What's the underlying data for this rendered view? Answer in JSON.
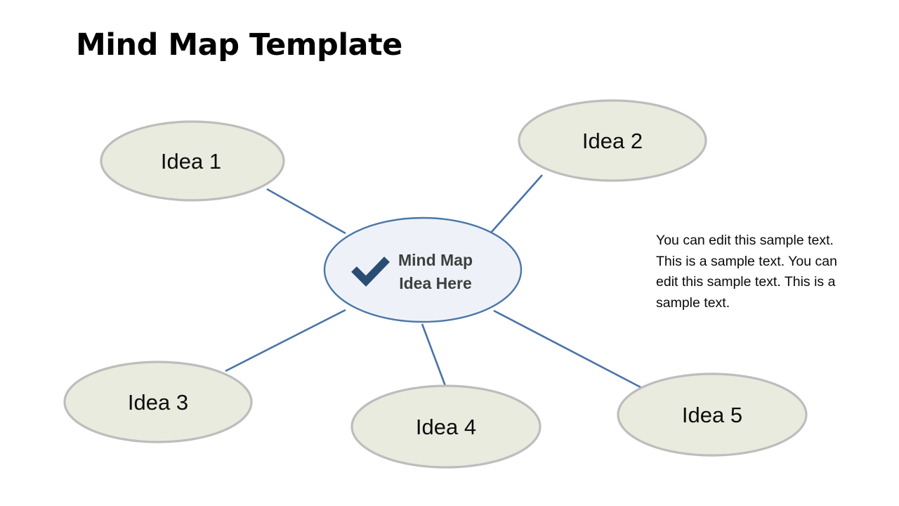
{
  "page": {
    "title": "Mind Map Template",
    "background_color": "#ffffff"
  },
  "theme": {
    "idea_fill": "#e9ebde",
    "idea_stroke": "#bdbdbd",
    "center_fill": "#eef2f8",
    "center_stroke": "#4a77a8",
    "connector_color": "#4a73a8",
    "check_color": "#2a4d73",
    "title_color": "#000000",
    "center_text_color": "#3f3f3f",
    "idea_text_color": "#0d0d0d",
    "body_text_color": "#0a0a0a"
  },
  "mindmap": {
    "center": {
      "label_line_1": "Mind Map",
      "label_line_2": "Idea Here",
      "icon": "check-icon"
    },
    "nodes": [
      {
        "id": "idea-1",
        "label": "Idea 1"
      },
      {
        "id": "idea-2",
        "label": "Idea 2"
      },
      {
        "id": "idea-3",
        "label": "Idea 3"
      },
      {
        "id": "idea-4",
        "label": "Idea 4"
      },
      {
        "id": "idea-5",
        "label": "Idea 5"
      }
    ]
  },
  "side_text": {
    "paragraph": "You can edit this sample text. This is a sample text. You can edit this sample text. This is a sample text."
  }
}
